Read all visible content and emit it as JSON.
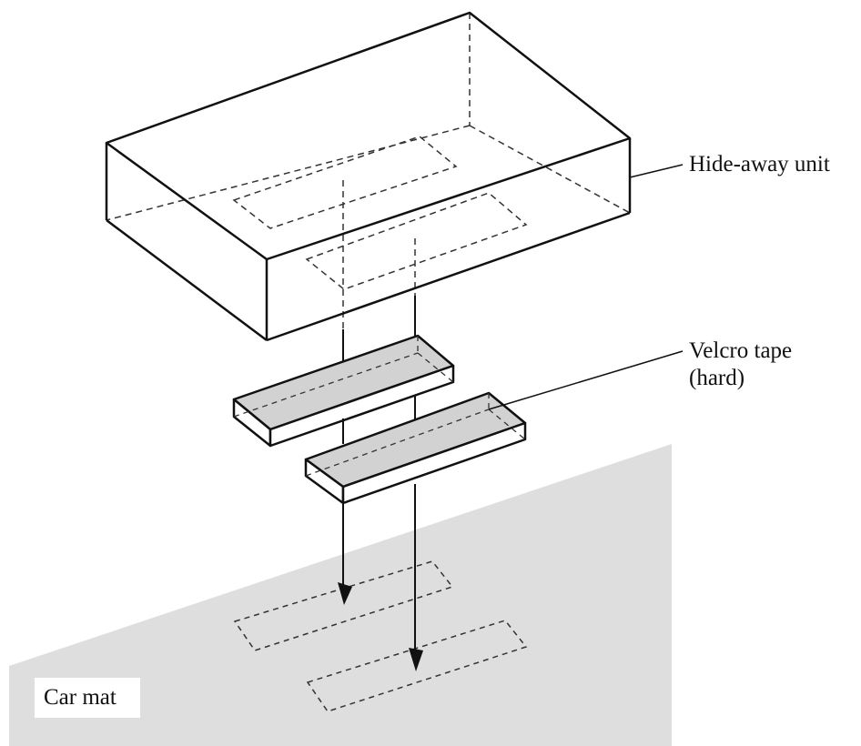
{
  "labels": {
    "hide_away_unit": "Hide-away unit",
    "velcro_tape_line1": "Velcro tape",
    "velcro_tape_line2": "(hard)",
    "car_mat": "Car mat"
  },
  "colors": {
    "line": "#111111",
    "car_mat_fill": "#dedede",
    "velcro_top_fill": "#d2d2d2",
    "background": "#ffffff"
  }
}
